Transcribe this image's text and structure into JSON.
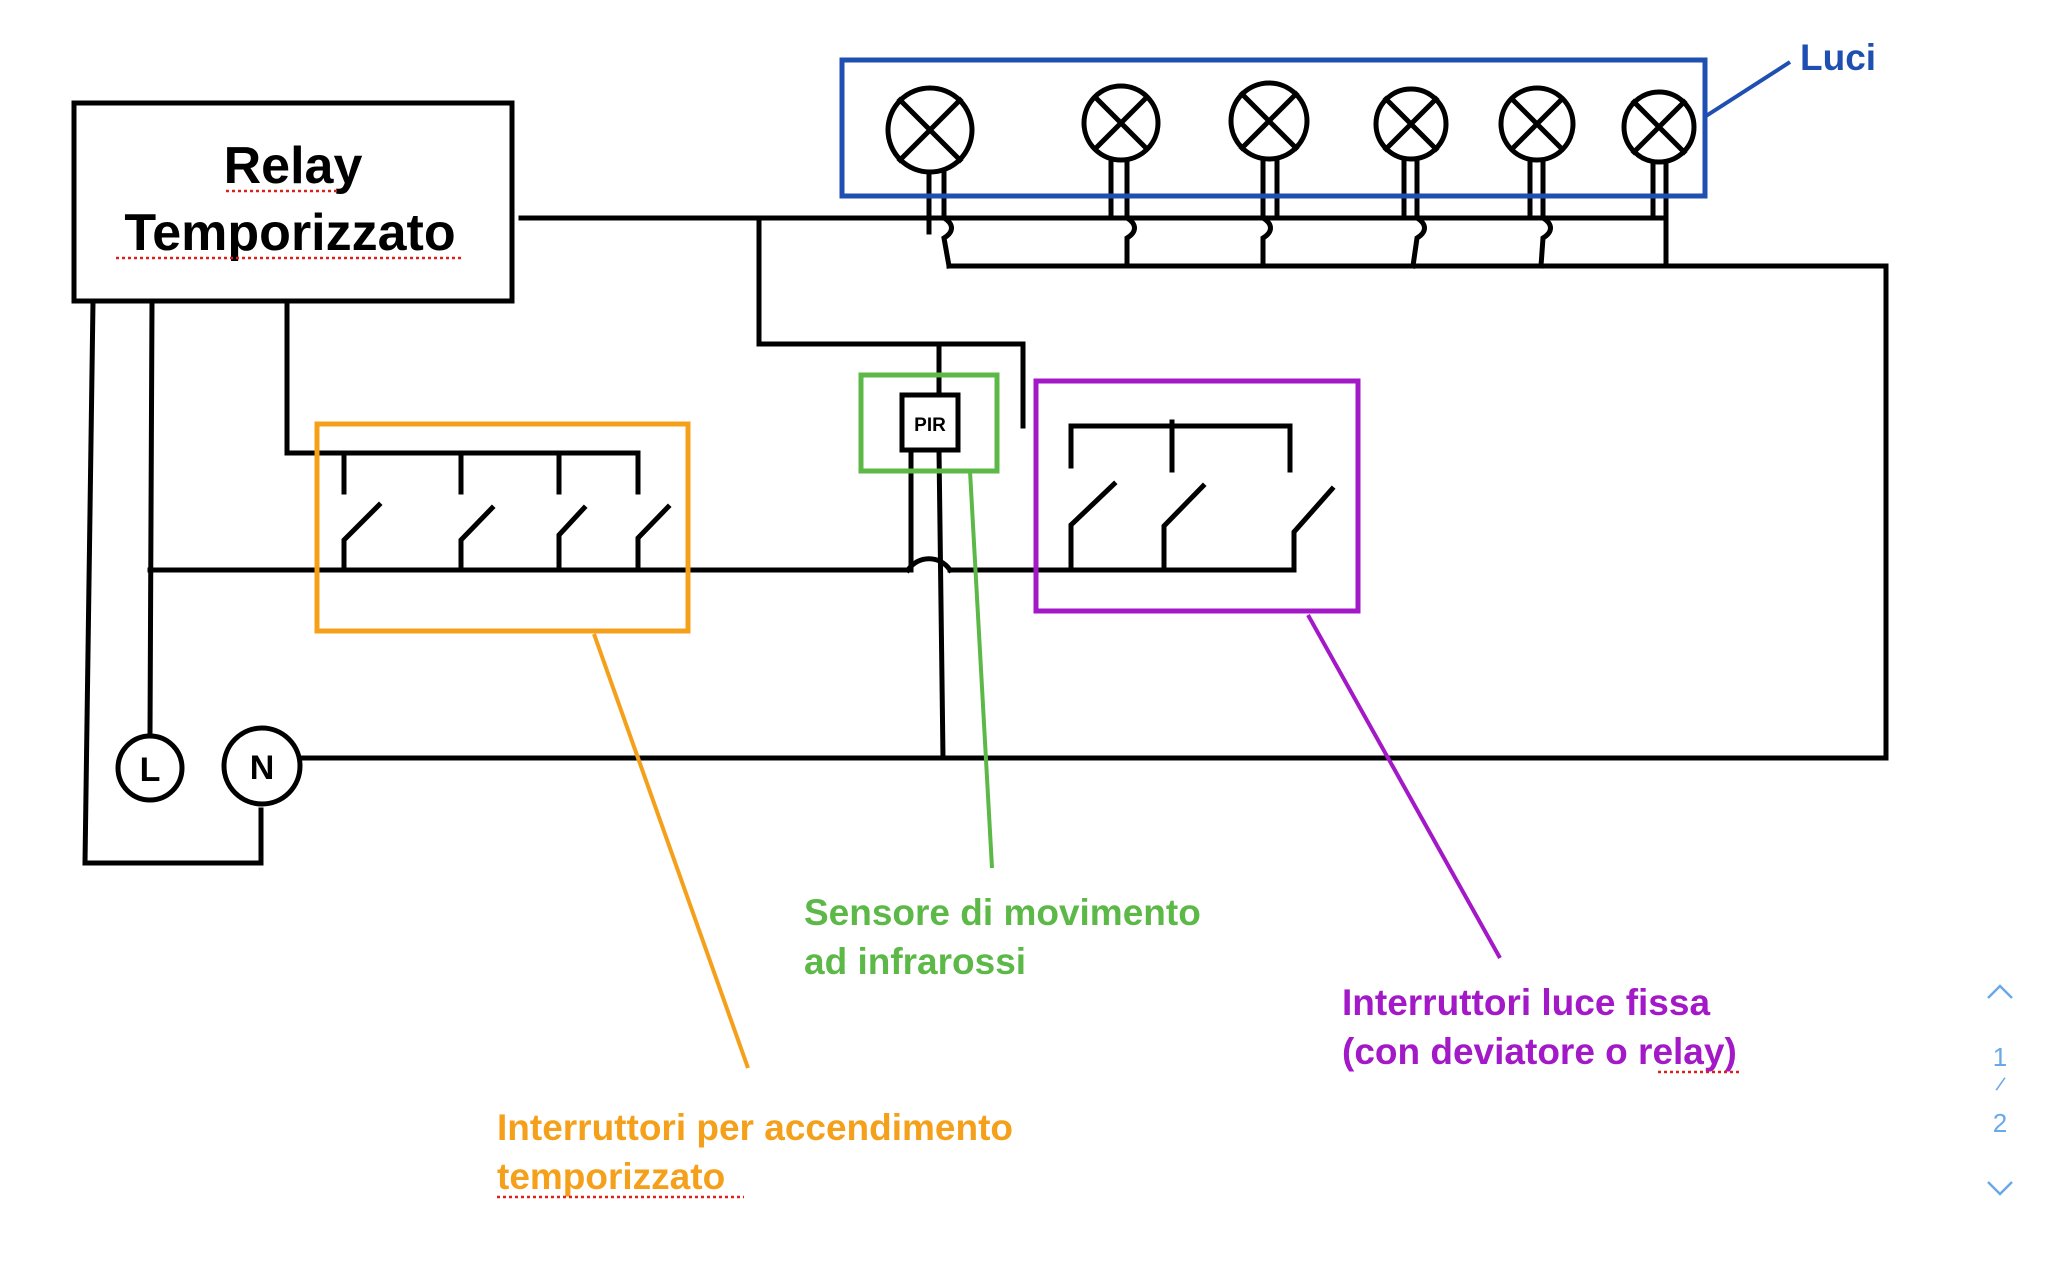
{
  "relay": {
    "line1": "Relay",
    "line2": "Temporizzato"
  },
  "terminals": {
    "live": "L",
    "neutral": "N"
  },
  "sensor": {
    "chip_text": "PIR"
  },
  "labels": {
    "lights": "Luci",
    "timed_switches_line1": "Interruttori per accendimento",
    "timed_switches_line2": "temporizzato",
    "pir_line1": "Sensore di movimento",
    "pir_line2": "ad infrarossi",
    "fixed_switches_line1": "Interruttori luce fissa",
    "fixed_switches_line2": "(con deviatore o relay)"
  },
  "colors": {
    "wire": "#000000",
    "lights_box": "#1f4fb0",
    "timed_switches": "#f5a01a",
    "pir": "#5cb847",
    "fixed_switches": "#a318c7",
    "spellcheck": "#d9221a",
    "pager": "#6aa9e8"
  },
  "pager": {
    "current": "1",
    "separator": "/",
    "total": "2"
  }
}
